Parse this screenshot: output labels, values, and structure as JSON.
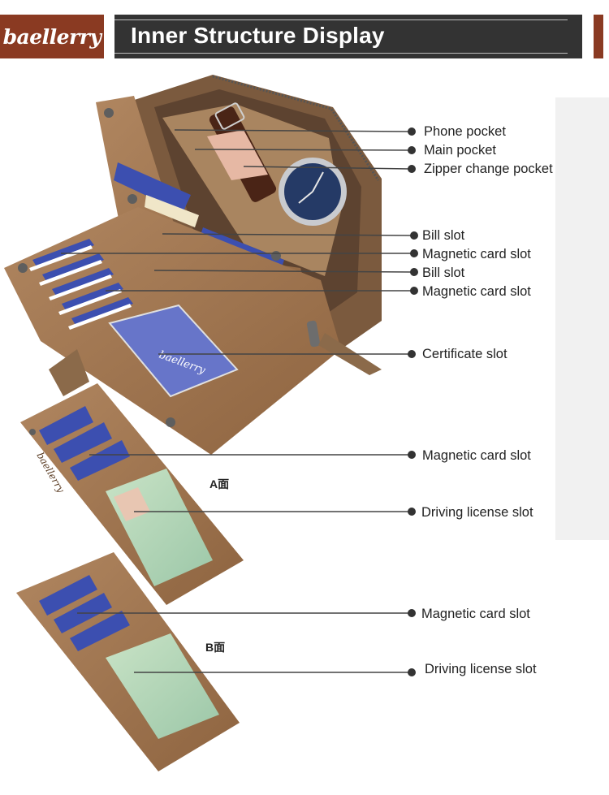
{
  "header": {
    "brand_logo": "baellerry",
    "title": "Inner Structure Display"
  },
  "product": {
    "wallet_brand": "baellerry",
    "side_a": "A面",
    "side_b": "B面"
  },
  "callouts": [
    "Phone pocket",
    "Main pocket",
    "Zipper change pocket",
    "Bill slot",
    "Magnetic card slot",
    "Bill slot",
    "Magnetic card slot",
    "Certificate slot",
    "Magnetic card slot",
    "Driving license slot",
    "Magnetic card slot",
    "Driving license slot"
  ],
  "colors": {
    "brand": "#8a3a22",
    "banner": "#333333",
    "leather": "#a57a54",
    "card_blue": "#3c4fb0"
  }
}
